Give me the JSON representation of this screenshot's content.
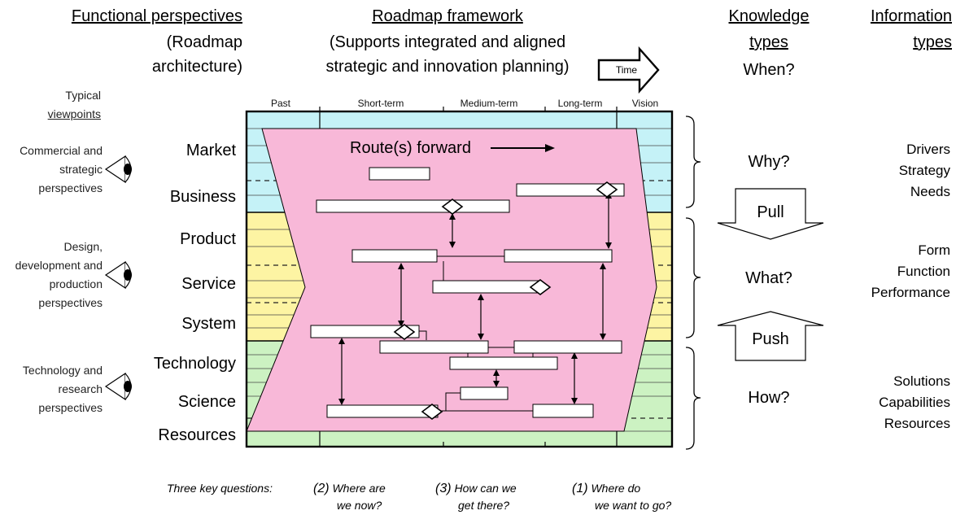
{
  "headers": {
    "functional_title": "Functional perspectives",
    "functional_sub1": "(Roadmap",
    "functional_sub2": "architecture)",
    "roadmap_title": "Roadmap framework",
    "roadmap_sub1": "(Supports integrated and aligned",
    "roadmap_sub2": "strategic and innovation planning)",
    "time_label": "Time",
    "knowledge_line1": "Knowledge",
    "knowledge_line2": "types",
    "knowledge_when": "When?",
    "information_line1": "Information",
    "information_line2": "types"
  },
  "viewpoints": {
    "title_line1": "Typical",
    "title_line2": "viewpoints",
    "commercial": [
      "Commercial and",
      "strategic",
      "perspectives"
    ],
    "design": [
      "Design,",
      "development and",
      "production",
      "perspectives"
    ],
    "technology": [
      "Technology and",
      "research",
      "perspectives"
    ]
  },
  "timeline": [
    "Past",
    "Short-term",
    "Medium-term",
    "Long-term",
    "Vision"
  ],
  "rows": [
    "Market",
    "Business",
    "Product",
    "Service",
    "System",
    "Technology",
    "Science",
    "Resources"
  ],
  "route_label": "Route(s) forward",
  "knowledge": {
    "why": "Why?",
    "pull": "Pull",
    "what": "What?",
    "push": "Push",
    "how": "How?"
  },
  "information": {
    "drivers": [
      "Drivers",
      "Strategy",
      "Needs"
    ],
    "form": [
      "Form",
      "Function",
      "Performance"
    ],
    "solutions": [
      "Solutions",
      "Capabilities",
      "Resources"
    ]
  },
  "key_questions": {
    "label": "Three key questions:",
    "q2_num": "(2)",
    "q2_line1": "Where are",
    "q2_line2": "we now?",
    "q3_num": "(3)",
    "q3_line1": "How can we",
    "q3_line2": "get there?",
    "q1_num": "(1)",
    "q1_line1": "Where do",
    "q1_line2": "we want to go?"
  },
  "colors": {
    "market_band": "#c5f2f7",
    "product_band": "#fdf4a3",
    "technology_band": "#ccf2c2",
    "route_fill": "#f8b8d8"
  }
}
